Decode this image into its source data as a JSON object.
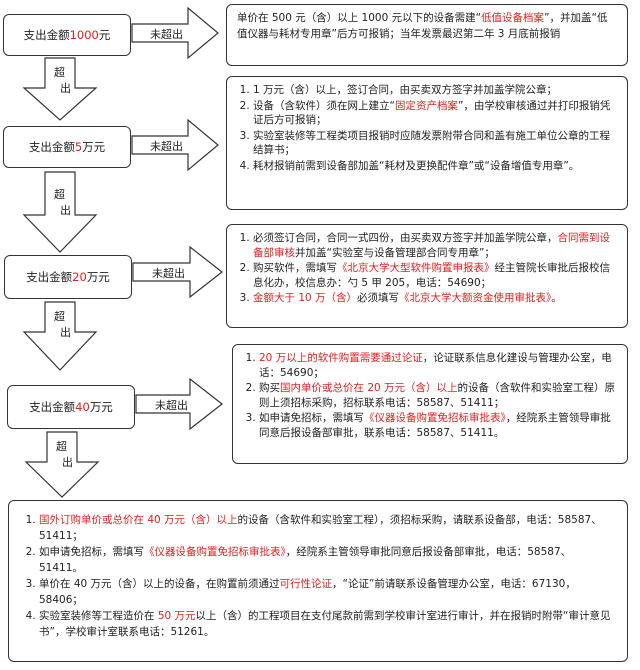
{
  "colors": {
    "accent": "#e02020",
    "border": "#333333"
  },
  "levels": [
    {
      "prefix": "支出金额 ",
      "amount": "1000",
      "suffix": " 元"
    },
    {
      "prefix": "支出金额 ",
      "amount": "5",
      "suffix": " 万元"
    },
    {
      "prefix": "支出金额 ",
      "amount": "20",
      "suffix": "万元"
    },
    {
      "prefix": "支出金额",
      "amount": "40",
      "suffix": " 万元"
    }
  ],
  "side_label": "未超出",
  "down_label": [
    "超",
    "出"
  ],
  "box1": {
    "t1": "单价在 500 元（含）以上 1000 元以下的设备需建“",
    "t2": "低值设备档案",
    "t3": "”，并加盖“低值仪器与耗材专用章”后方可报销；当年发票最迟第二年 3 月底前报销"
  },
  "box2": [
    "1 万元（含）以上，签订合同，由买卖双方签字并加盖学院公章；",
    {
      "a": "设备（含软件）须在网上建立“",
      "b": "固定资产档案",
      "c": "”，由学校审核通过并打印报销凭证后方可报销；"
    },
    "实验室装修等工程类项目报销时应随发票附带合同和盖有施工单位公章的工程结算书；",
    "耗材报销前需到设备部加盖“耗材及更换配件章”或“设备增值专用章”。"
  ],
  "box3": {
    "i1a": "必须签订合同，合同一式四份，由买卖双方签字并加盖学院公章，",
    "i1b": "合同需到设备部审核",
    "i1c": "并加盖“实验室与设备管理部合同专用章”；",
    "i2a": "购买软件，需填写",
    "i2b": "《北京大学大型软件购置申报表》",
    "i2c": "经主管院长审批后报校信息化办，校信息办：勺 5 甲 205，电话：54690；",
    "i3a": "金额大于 10 万（含）",
    "i3b": "必须填写",
    "i3c": "《北京大学大额资金使用审批表》",
    "i3d": "。"
  },
  "box4": {
    "i1a": "20 万以上的软件购置需要通过论证",
    "i1b": "，论证联系信息化建设与管理办公室，电话：54690；",
    "i2a": "购买",
    "i2b": "国内单价或总价在 20 万元（含）以上",
    "i2c": "的设备（含软件和实验室工程）原则上须招标采购，招标联系电话：58587、51411；",
    "i3a": "如申请免招标，需填写",
    "i3b": "《仪器设备购置免招标审批表》",
    "i3c": "，经院系主管领导审批同意后报设备部审批，联系电话：58587、51411。"
  },
  "box5": {
    "i1a": "国外订购单价或总价在 40 万元（含）以上",
    "i1b": "的设备（含软件和实验室工程），须招标采购，请联系设备部，电话：58587、51411；",
    "i2a": "如申请免招标，需填写",
    "i2b": "《仪器设备购置免招标审批表》",
    "i2c": "，经院系主管领导审批同意后报设备部审批，电话：58587、51411。",
    "i3a": "单价在 40 万元（含）以上的设备，在购置前须通过",
    "i3b": "可行性论证",
    "i3c": "，“论证”前请联系设备管理办公室，电话：67130，58406；",
    "i4a": "实验室装修等工程造价在 ",
    "i4b": "50 万元",
    "i4c": "以上（含）的工程项目在支付尾款前需到学校审计室进行审计，并在报销时附带“审计意见书”，学校审计室联系电话：51261。"
  }
}
